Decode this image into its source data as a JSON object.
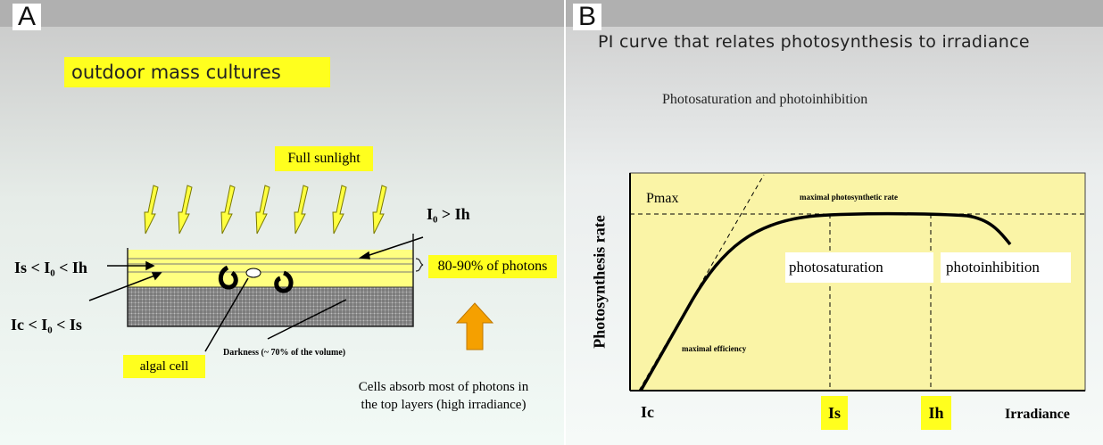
{
  "panel_a": {
    "letter": "A",
    "title": "outdoor mass cultures",
    "sunlight_label": "Full sunlight",
    "io_gt_ih": "I₀ > Ih",
    "is_lt_io_lt_ih": "Is < I₀ < Ih",
    "ic_lt_io_lt_is": "Ic < I₀ < Is",
    "photons_label": "80-90% of photons",
    "darkness_label": "Darkness (~ 70% of the volume)",
    "algal_cell_label": "algal cell",
    "caption_line1": "Cells absorb most of photons in",
    "caption_line2": "the top layers (high irradiance)",
    "colors": {
      "highlight": "#ffff1e",
      "arrow_orange": "#f5a000",
      "culture_yellow": "#ffff80"
    }
  },
  "panel_b": {
    "letter": "B",
    "title": "PI curve that relates photosynthesis to irradiance",
    "subtitle": "Photosaturation and photoinhibition",
    "y_axis_label": "Photosynthesis rate",
    "x_axis_label": "Irradiance",
    "pmax_label": "Pmax",
    "maximal_rate_label": "maximal photosynthetic rate",
    "maximal_efficiency_label": "maximal efficiency",
    "photosaturation_label": "photosaturation",
    "photoinhibition_label": "photoinhibition",
    "tick_ic": "Ic",
    "tick_is": "Is",
    "tick_ih": "Ih",
    "colors": {
      "plot_background": "#faf4a6",
      "tick_highlight": "#ffff1e"
    }
  }
}
